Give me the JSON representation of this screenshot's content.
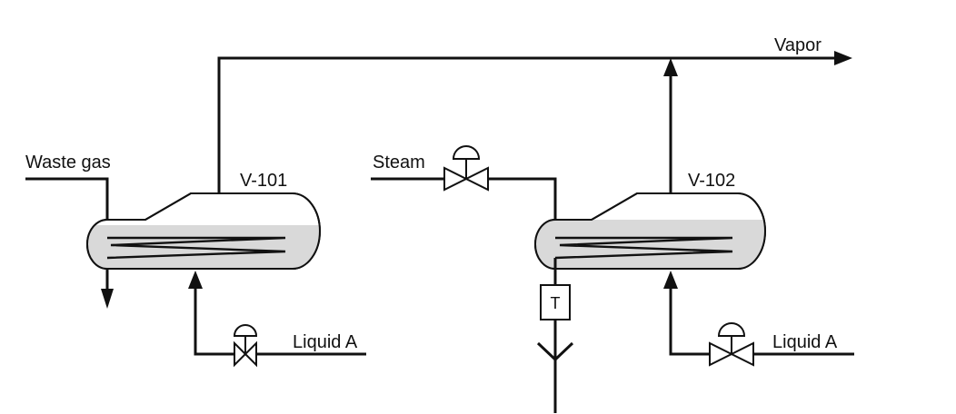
{
  "labels": {
    "vapor": "Vapor",
    "waste_gas": "Waste gas",
    "steam": "Steam",
    "vessel_1": "V-101",
    "vessel_2": "V-102",
    "liquid_a_1": "Liquid A",
    "liquid_a_2": "Liquid A",
    "trap": "T"
  },
  "colors": {
    "line": "#111111",
    "liquid": "#d9d9d9",
    "background": "#ffffff"
  }
}
